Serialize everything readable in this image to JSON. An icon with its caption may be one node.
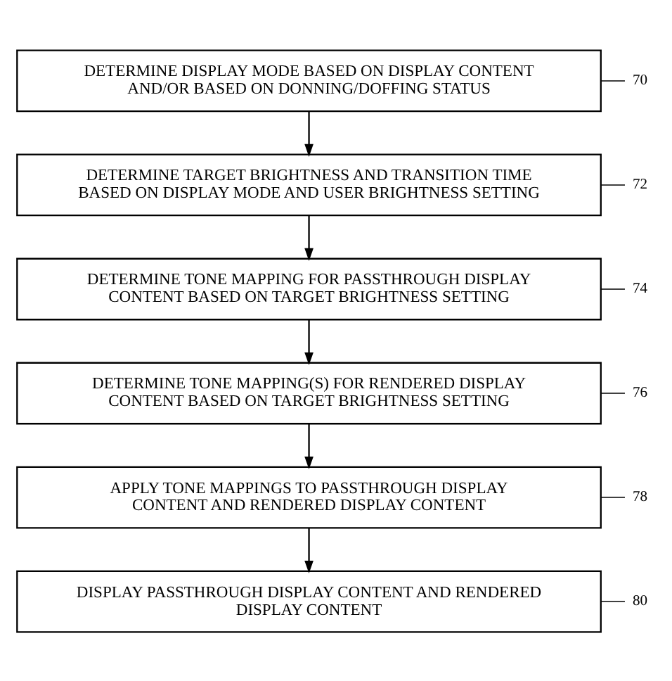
{
  "diagram": {
    "nodes": [
      {
        "text": [
          "DETERMINE DISPLAY MODE BASED ON DISPLAY CONTENT AND/OR BASED ON DONNING/DOFFING STATUS"
        ]
      },
      {
        "text": [
          "70"
        ]
      },
      {
        "text": [
          "DETERMINE TARGET BRIGHTNESS AND TRANSITION TIME BASED ON DISPLAY MODE AND USER BRIGHTNESS SETTING"
        ]
      },
      {
        "text": [
          "72"
        ]
      },
      {
        "text": [
          "DETERMINE TONE MAPPING FOR PASSTHROUGH DISPLAY CONTENT BASED ON TARGET BRIGHTNESS SETTING"
        ]
      },
      {
        "text": [
          "74"
        ]
      },
      {
        "text": [
          "DETERMINE TONE MAPPING(S) FOR RENDERED DISPLAY CONTENT BASED ON TARGET BRIGHTNESS SETTING"
        ]
      },
      {
        "text": [
          "76"
        ]
      },
      {
        "text": [
          "APPLY TONE MAPPINGS TO PASSTHROUGH DISPLAY CONTENT AND RENDERED DISPLAY CONTENT"
        ]
      },
      {
        "text": [
          "78"
        ]
      },
      {
        "text": [
          "DISPLAY PASSTHROUGH DISPLAY CONTENT AND RENDERED DISPLAY CONTENT"
        ]
      },
      {
        "text": [
          "80"
        ]
      }
    ],
    "edges": [
      {
        "from": 0,
        "to": 2,
        "arrow": "to"
      },
      {
        "from": 2,
        "to": 4,
        "arrow": "to"
      },
      {
        "from": 4,
        "to": 6,
        "arrow": "to"
      },
      {
        "from": 6,
        "to": 8,
        "arrow": "to"
      },
      {
        "from": 8,
        "to": 10,
        "arrow": "to"
      },
      {
        "from": 1,
        "to": 0,
        "arrow": "none"
      },
      {
        "from": 3,
        "to": 2,
        "arrow": "none"
      },
      {
        "from": 5,
        "to": 4,
        "arrow": "none"
      },
      {
        "from": 7,
        "to": 6,
        "arrow": "none"
      },
      {
        "from": 9,
        "to": 8,
        "arrow": "none"
      },
      {
        "from": 11,
        "to": 10,
        "arrow": "none"
      }
    ]
  }
}
